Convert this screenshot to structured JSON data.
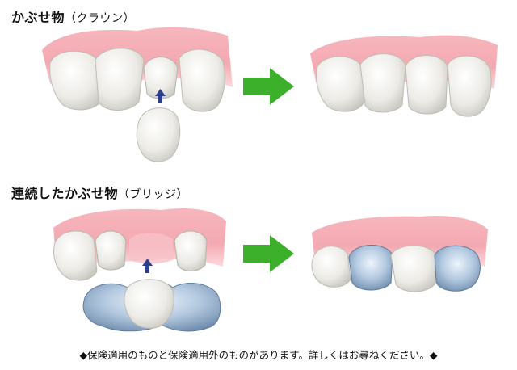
{
  "crown": {
    "title": "かぶせ物",
    "subtitle": "（クラウン）"
  },
  "bridge": {
    "title": "連続したかぶせ物",
    "subtitle": "（ブリッジ）"
  },
  "note": "◆保険適用のものと保険適用外のものがあります。詳しくはお尋ねください。◆",
  "colors": {
    "gum": "#f4aab2",
    "gum_light": "#fbd6d9",
    "tooth": "#f5f4f0",
    "tooth_shade": "#cfcfc8",
    "metal": "#b9cde2",
    "metal_dark": "#5f7d9e",
    "arrow_green": "#3cb02a",
    "arrow_blue": "#2c3e8c"
  },
  "icons": [
    "up-arrow-icon",
    "right-arrow-icon"
  ]
}
